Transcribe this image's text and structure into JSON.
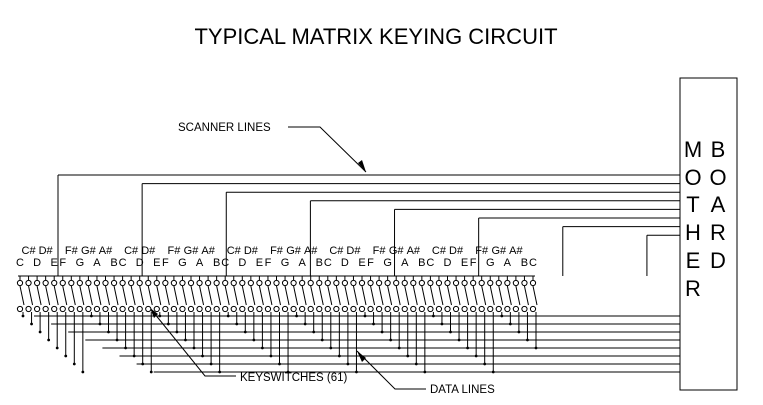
{
  "title": "TYPICAL MATRIX KEYING CIRCUIT",
  "motherboard": {
    "col1": [
      "M",
      "O",
      "T",
      "H",
      "E",
      "R"
    ],
    "col2": [
      "B",
      "O",
      "A",
      "R",
      "D"
    ]
  },
  "callouts": {
    "scanner_lines": "SCANNER LINES",
    "keyswitches": "KEYSWITCHES (61)",
    "data_lines": "DATA LINES"
  },
  "octave_labels": {
    "naturals": [
      "C",
      "D",
      "E",
      "F",
      "G",
      "A",
      "B"
    ],
    "sharps": [
      "C#",
      "D#",
      "F#",
      "G#",
      "A#"
    ]
  },
  "keyboard": {
    "octaves": 5,
    "extra_top_note": "C",
    "key_count": 61,
    "scanner_line_count": 8,
    "data_line_count": 8
  }
}
